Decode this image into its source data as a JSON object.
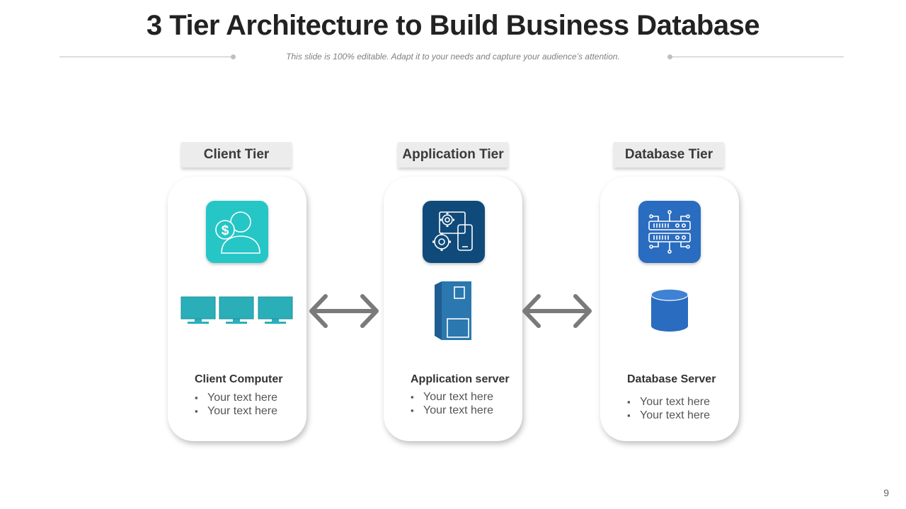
{
  "title": "3 Tier Architecture to Build Business Database",
  "subtitle": "This slide is 100% editable. Adapt it to your needs and capture your audience’s attention.",
  "page_number": "9",
  "colors": {
    "client_teal": "#26c6c6",
    "monitor_teal": "#2aafb9",
    "app_navy": "#0f4a7a",
    "app_server_blue": "#2b77b0",
    "db_blue": "#2a6cc0",
    "arrow_gray": "#7a7a7a"
  },
  "tiers": [
    {
      "tab_label": "Client Tier",
      "icon": "user-dollar-icon",
      "figure": "three-monitors-icon",
      "item_title": "Client Computer",
      "bullets": [
        "Your text here",
        "Your text here"
      ]
    },
    {
      "tab_label": "Application Tier",
      "icon": "gears-devices-icon",
      "figure": "server-tower-icon",
      "item_title": "Application server",
      "bullets": [
        "Your text here",
        "Your text here"
      ]
    },
    {
      "tab_label": "Database Tier",
      "icon": "server-rack-icon",
      "figure": "database-cylinder-icon",
      "item_title": "Database Server",
      "bullets": [
        "Your text here",
        "Your text here"
      ]
    }
  ],
  "connectors": [
    "double-arrow-icon",
    "double-arrow-icon"
  ]
}
